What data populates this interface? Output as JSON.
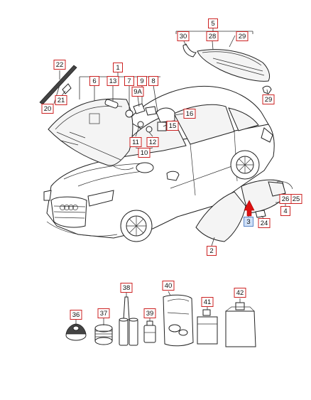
{
  "diagram": {
    "callouts": [
      {
        "id": "c1",
        "label": "1"
      },
      {
        "id": "c2",
        "label": "2"
      },
      {
        "id": "c3",
        "label": "3",
        "selected": true
      },
      {
        "id": "c4",
        "label": "4"
      },
      {
        "id": "c5",
        "label": "5"
      },
      {
        "id": "c6",
        "label": "6"
      },
      {
        "id": "c7",
        "label": "7"
      },
      {
        "id": "c8",
        "label": "8"
      },
      {
        "id": "c9",
        "label": "9"
      },
      {
        "id": "c9a",
        "label": "9A"
      },
      {
        "id": "c10",
        "label": "10"
      },
      {
        "id": "c11",
        "label": "11"
      },
      {
        "id": "c12",
        "label": "12"
      },
      {
        "id": "c13",
        "label": "13"
      },
      {
        "id": "c15",
        "label": "15"
      },
      {
        "id": "c16",
        "label": "16"
      },
      {
        "id": "c20",
        "label": "20"
      },
      {
        "id": "c21",
        "label": "21"
      },
      {
        "id": "c22",
        "label": "22"
      },
      {
        "id": "c24",
        "label": "24"
      },
      {
        "id": "c25",
        "label": "25"
      },
      {
        "id": "c26",
        "label": "26"
      },
      {
        "id": "c28",
        "label": "28"
      },
      {
        "id": "c29a",
        "label": "29"
      },
      {
        "id": "c29b",
        "label": "29"
      },
      {
        "id": "c30",
        "label": "30"
      },
      {
        "id": "c36",
        "label": "36"
      },
      {
        "id": "c37",
        "label": "37"
      },
      {
        "id": "c38",
        "label": "38"
      },
      {
        "id": "c39",
        "label": "39"
      },
      {
        "id": "c40",
        "label": "40"
      },
      {
        "id": "c41",
        "label": "41"
      },
      {
        "id": "c42",
        "label": "42"
      }
    ],
    "colors": {
      "callout_border": "#cc2222",
      "selected_fill": "#cfe0f7",
      "pointer": "#dd1111"
    }
  }
}
